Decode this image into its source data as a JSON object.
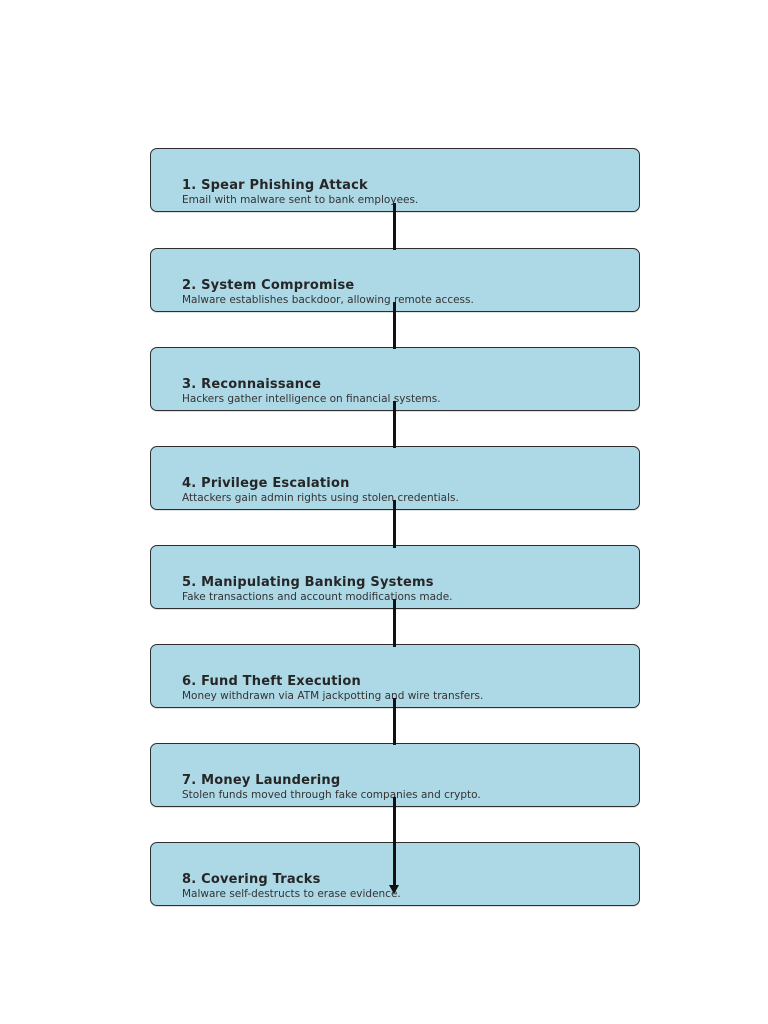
{
  "diagram": {
    "steps": [
      {
        "title": "1. Spear Phishing Attack",
        "description": "Email with malware sent to bank employees."
      },
      {
        "title": "2. System Compromise",
        "description": "Malware establishes backdoor, allowing remote access."
      },
      {
        "title": "3. Reconnaissance",
        "description": "Hackers gather intelligence on financial systems."
      },
      {
        "title": "4. Privilege Escalation",
        "description": "Attackers gain admin rights using stolen credentials."
      },
      {
        "title": "5. Manipulating Banking Systems",
        "description": "Fake transactions and account modifications made."
      },
      {
        "title": "6. Fund Theft Execution",
        "description": "Money withdrawn via ATM jackpotting and wire transfers."
      },
      {
        "title": "7. Money Laundering",
        "description": "Stolen funds moved through fake companies and crypto."
      },
      {
        "title": "8. Covering Tracks",
        "description": "Malware self-destructs to erase evidence."
      }
    ],
    "colors": {
      "box_fill": "#add8e6",
      "box_border": "#2e2e2e",
      "connector": "#111111",
      "title_text": "#262626",
      "description_text": "#333333",
      "page_background": "#ffffff"
    }
  }
}
